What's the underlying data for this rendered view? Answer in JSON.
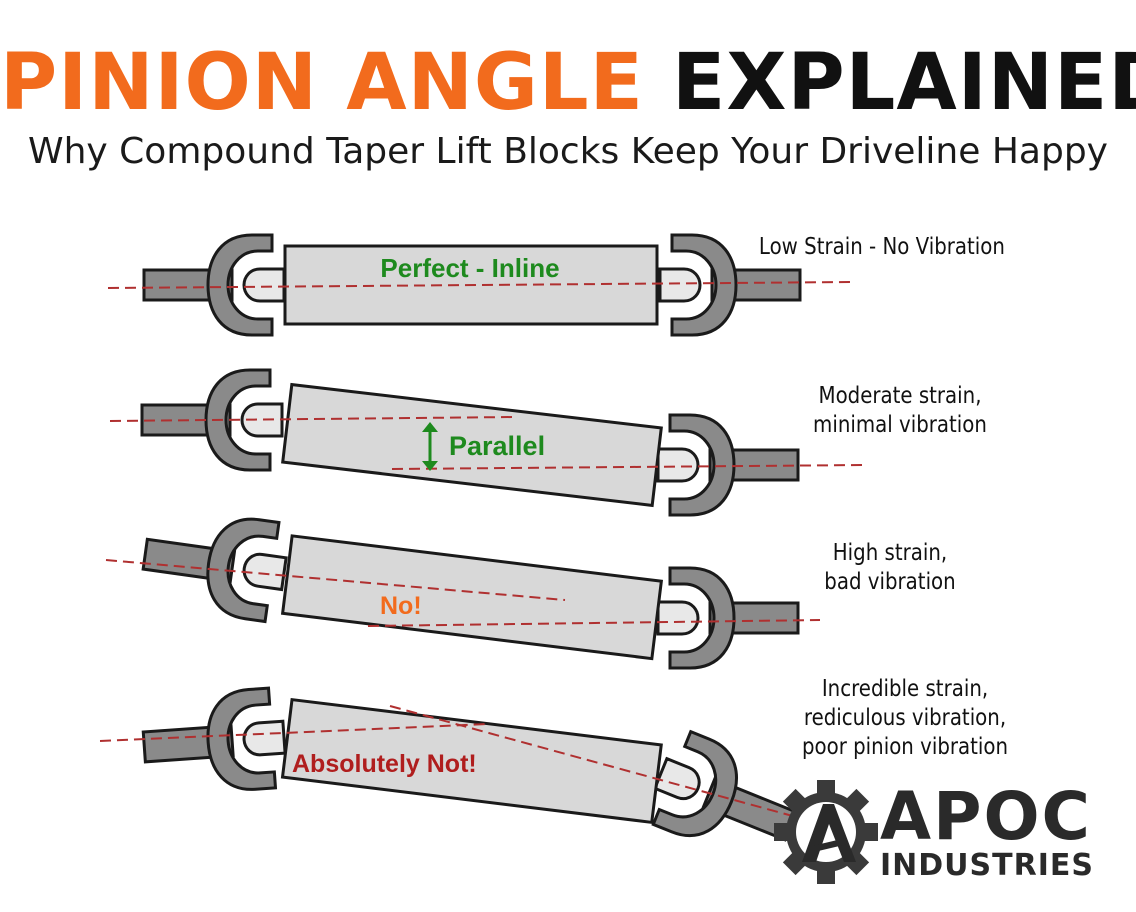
{
  "header": {
    "title_part1": "PINION ANGLE",
    "title_part2": "EXPLAINED",
    "subtitle": "Why Compound Taper Lift Blocks Keep Your Driveline Happy"
  },
  "rows": [
    {
      "label": "Perfect - Inline",
      "note": [
        "Low Strain - No Vibration"
      ]
    },
    {
      "label": "Parallel",
      "note": [
        "Moderate strain,",
        "minimal vibration"
      ]
    },
    {
      "label": "No!",
      "note": [
        "High strain,",
        "bad vibration"
      ]
    },
    {
      "label": "Absolutely Not!",
      "note": [
        "Incredible strain,",
        "rediculous vibration,",
        "poor pinion vibration"
      ]
    }
  ],
  "logo": {
    "line1": "APOC",
    "line2": "INDUSTRIES"
  },
  "colors": {
    "orange": "#f26b1d",
    "green": "#1e8a1e",
    "red": "#b01e1e",
    "shaft": "#d8d8d8",
    "yoke": "#8a8a8a",
    "outline": "#1a1a1a",
    "centerline": "#b03030"
  }
}
